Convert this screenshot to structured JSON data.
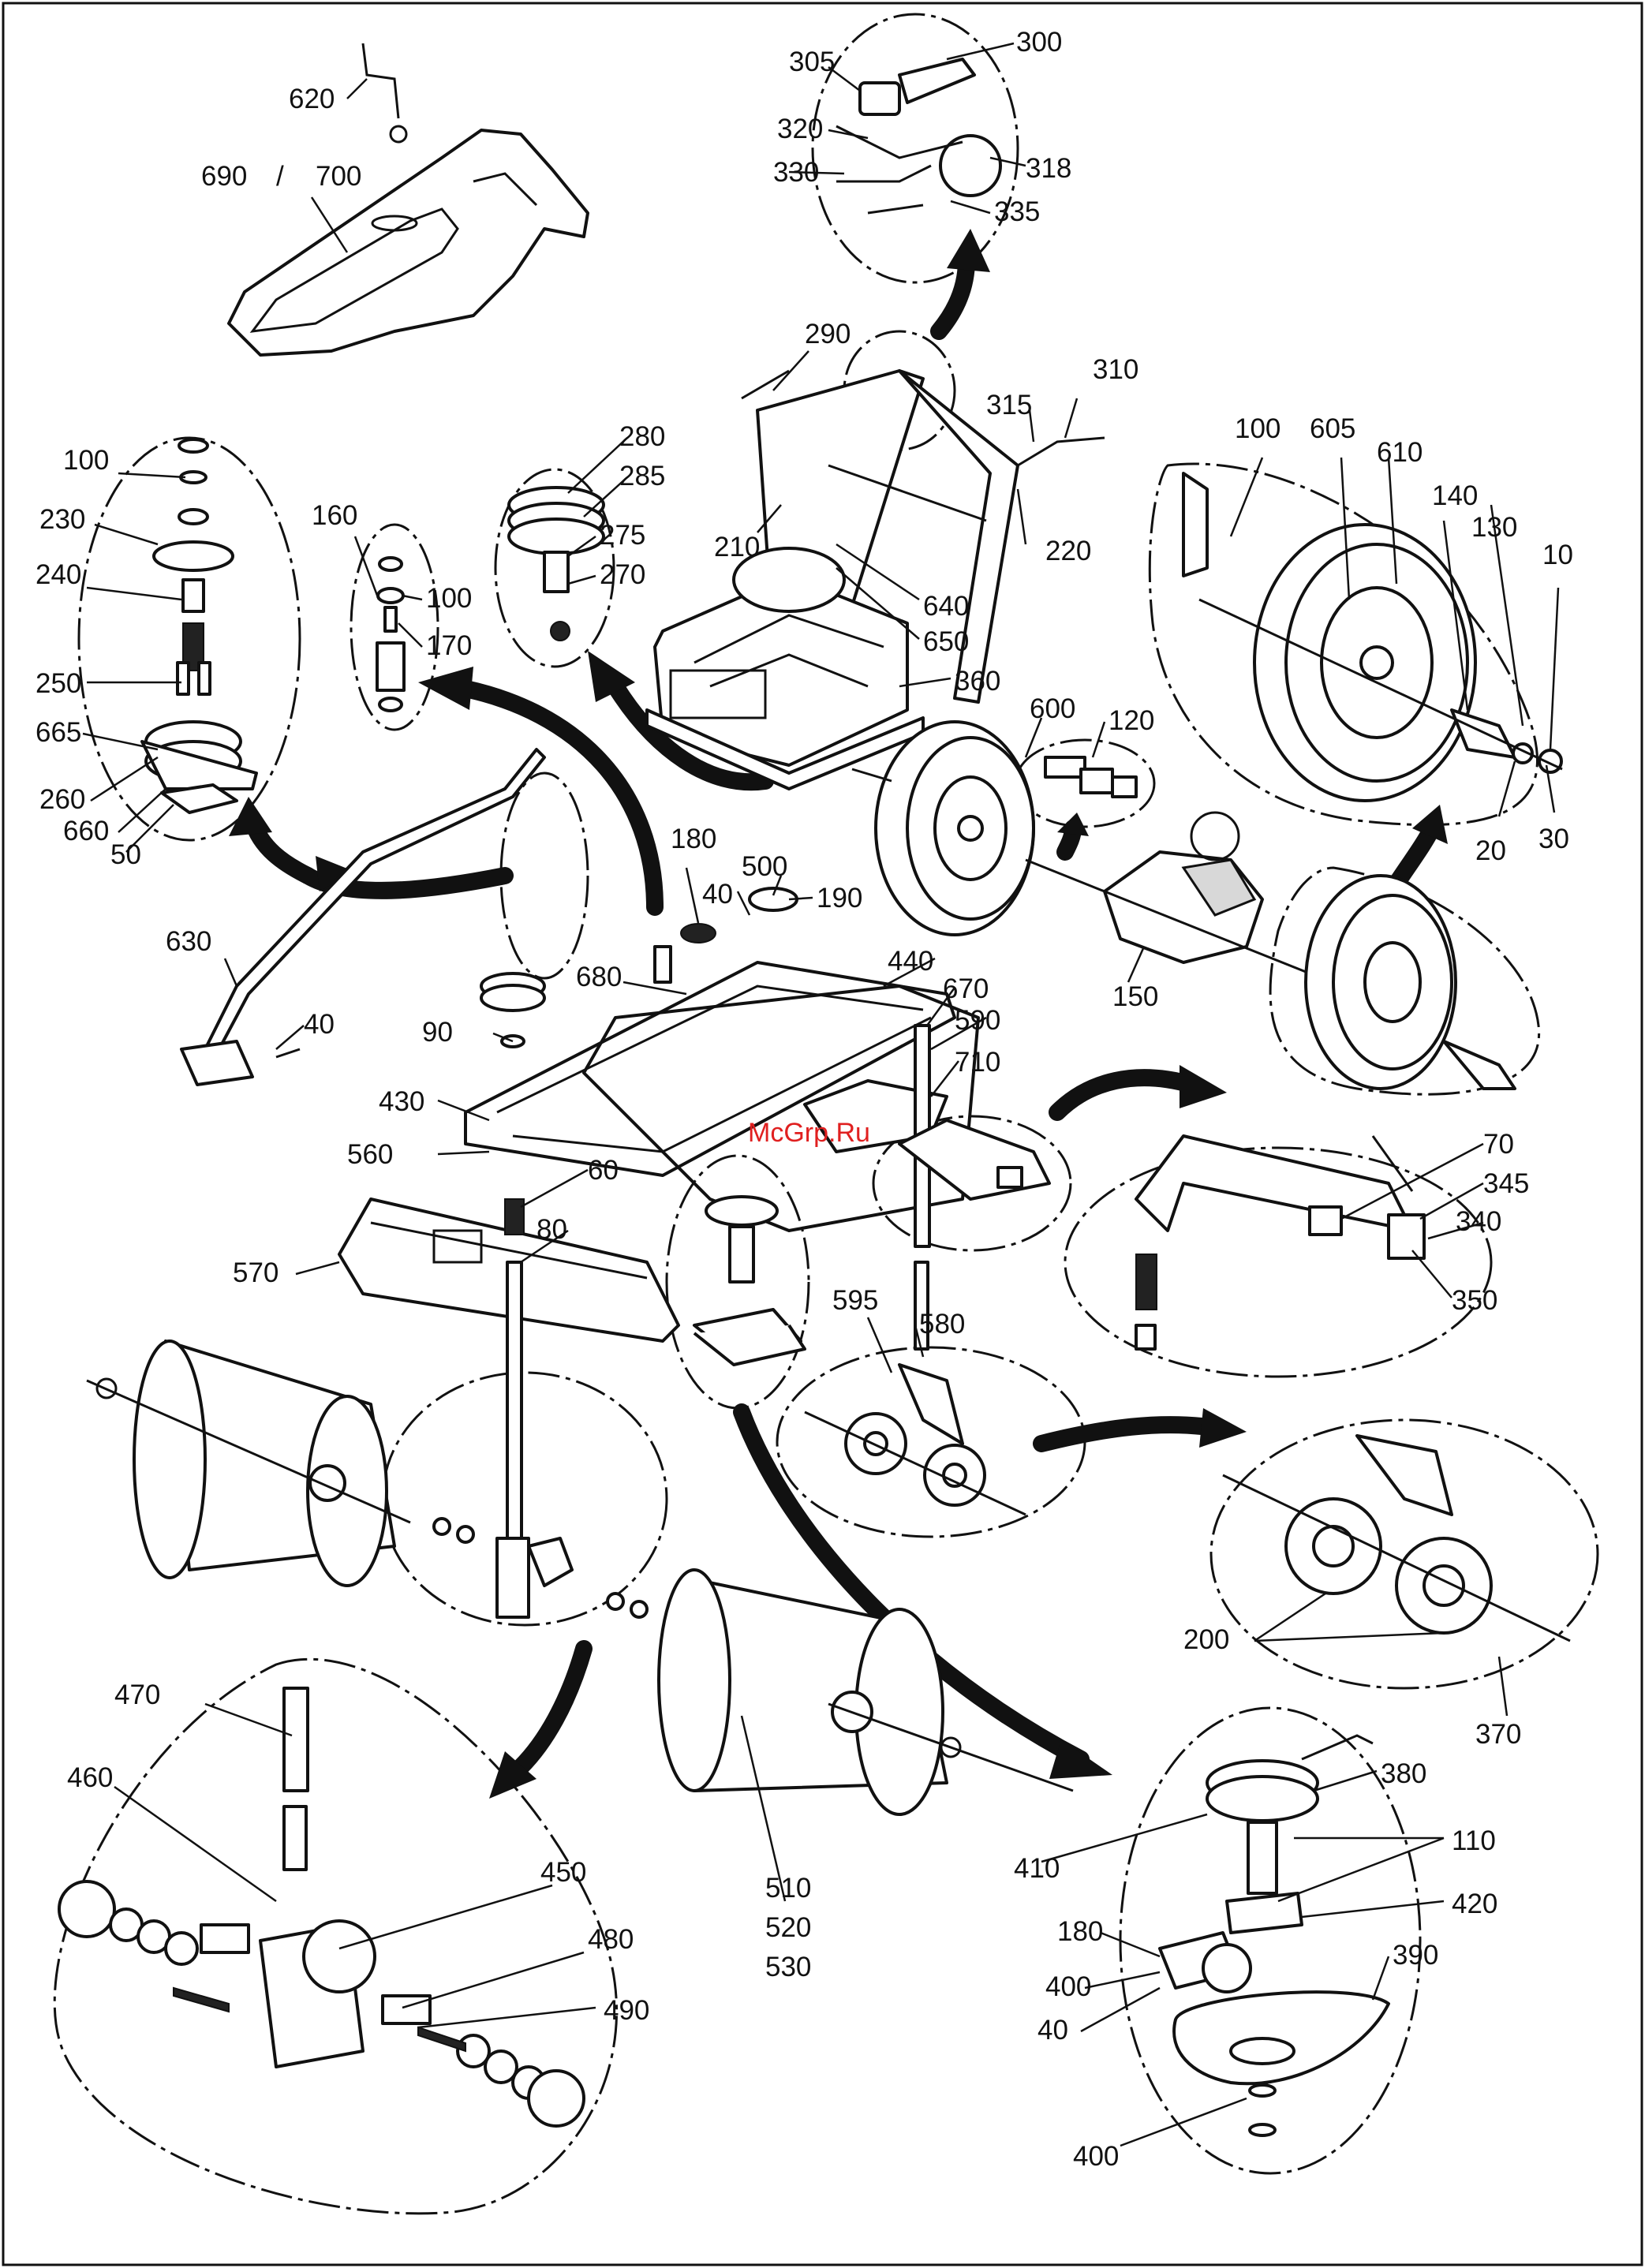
{
  "watermark": "McGrp.Ru",
  "callouts": [
    {
      "id": "c300",
      "text": "300"
    },
    {
      "id": "c305",
      "text": "305"
    },
    {
      "id": "c320",
      "text": "320"
    },
    {
      "id": "c330",
      "text": "330"
    },
    {
      "id": "c318",
      "text": "318"
    },
    {
      "id": "c335",
      "text": "335"
    },
    {
      "id": "c620",
      "text": "620"
    },
    {
      "id": "c690",
      "text": "690"
    },
    {
      "id": "cslash",
      "text": "/"
    },
    {
      "id": "c700",
      "text": "700"
    },
    {
      "id": "c290",
      "text": "290"
    },
    {
      "id": "c310",
      "text": "310"
    },
    {
      "id": "c315",
      "text": "315"
    },
    {
      "id": "c280",
      "text": "280"
    },
    {
      "id": "c285",
      "text": "285"
    },
    {
      "id": "c275",
      "text": "275"
    },
    {
      "id": "c270",
      "text": "270"
    },
    {
      "id": "c210",
      "text": "210"
    },
    {
      "id": "c220",
      "text": "220"
    },
    {
      "id": "c640",
      "text": "640"
    },
    {
      "id": "c650",
      "text": "650"
    },
    {
      "id": "c360",
      "text": "360"
    },
    {
      "id": "c100a",
      "text": "100"
    },
    {
      "id": "c230",
      "text": "230"
    },
    {
      "id": "c240",
      "text": "240"
    },
    {
      "id": "c250",
      "text": "250"
    },
    {
      "id": "c665",
      "text": "665"
    },
    {
      "id": "c260",
      "text": "260"
    },
    {
      "id": "c660",
      "text": "660"
    },
    {
      "id": "c50",
      "text": "50"
    },
    {
      "id": "c160",
      "text": "160"
    },
    {
      "id": "c100b",
      "text": "100"
    },
    {
      "id": "c170",
      "text": "170"
    },
    {
      "id": "c100c",
      "text": "100"
    },
    {
      "id": "c605",
      "text": "605"
    },
    {
      "id": "c610",
      "text": "610"
    },
    {
      "id": "c140",
      "text": "140"
    },
    {
      "id": "c130",
      "text": "130"
    },
    {
      "id": "c10",
      "text": "10"
    },
    {
      "id": "c20",
      "text": "20"
    },
    {
      "id": "c30",
      "text": "30"
    },
    {
      "id": "c600",
      "text": "600"
    },
    {
      "id": "c120",
      "text": "120"
    },
    {
      "id": "c150",
      "text": "150"
    },
    {
      "id": "c180a",
      "text": "180"
    },
    {
      "id": "c500",
      "text": "500"
    },
    {
      "id": "c40a",
      "text": "40"
    },
    {
      "id": "c190",
      "text": "190"
    },
    {
      "id": "c440",
      "text": "440"
    },
    {
      "id": "c670",
      "text": "670"
    },
    {
      "id": "c590",
      "text": "590"
    },
    {
      "id": "c710",
      "text": "710"
    },
    {
      "id": "c630",
      "text": "630"
    },
    {
      "id": "c40b",
      "text": "40"
    },
    {
      "id": "c680",
      "text": "680"
    },
    {
      "id": "c90",
      "text": "90"
    },
    {
      "id": "c430",
      "text": "430"
    },
    {
      "id": "c560",
      "text": "560"
    },
    {
      "id": "c60",
      "text": "60"
    },
    {
      "id": "c80",
      "text": "80"
    },
    {
      "id": "c570",
      "text": "570"
    },
    {
      "id": "c70",
      "text": "70"
    },
    {
      "id": "c345",
      "text": "345"
    },
    {
      "id": "c340",
      "text": "340"
    },
    {
      "id": "c350",
      "text": "350"
    },
    {
      "id": "c595",
      "text": "595"
    },
    {
      "id": "c580",
      "text": "580"
    },
    {
      "id": "c200",
      "text": "200"
    },
    {
      "id": "c370",
      "text": "370"
    },
    {
      "id": "c470",
      "text": "470"
    },
    {
      "id": "c460",
      "text": "460"
    },
    {
      "id": "c450",
      "text": "450"
    },
    {
      "id": "c480",
      "text": "480"
    },
    {
      "id": "c490",
      "text": "490"
    },
    {
      "id": "c510",
      "text": "510"
    },
    {
      "id": "c520",
      "text": "520"
    },
    {
      "id": "c530",
      "text": "530"
    },
    {
      "id": "c380",
      "text": "380"
    },
    {
      "id": "c410",
      "text": "410"
    },
    {
      "id": "c110",
      "text": "110"
    },
    {
      "id": "c420",
      "text": "420"
    },
    {
      "id": "c180b",
      "text": "180"
    },
    {
      "id": "c390",
      "text": "390"
    },
    {
      "id": "c400a",
      "text": "400"
    },
    {
      "id": "c40c",
      "text": "40"
    },
    {
      "id": "c400b",
      "text": "400"
    }
  ]
}
